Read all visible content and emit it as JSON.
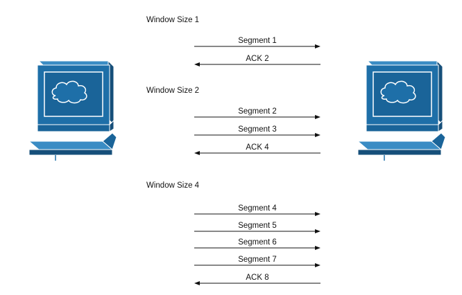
{
  "colors": {
    "computer_fill": "#1e6fa8",
    "computer_shade": "#164f7a",
    "computer_dark": "#0f3a5c",
    "outline": "#ffffff",
    "arrow": "#111111"
  },
  "icons": {
    "left_computer": "computer-icon",
    "right_computer": "computer-icon"
  },
  "window_labels": [
    "Window Size 1",
    "Window Size 2",
    "Window Size 4"
  ],
  "messages": [
    {
      "label": "Segment 1",
      "direction": "right"
    },
    {
      "label": "ACK 2",
      "direction": "left"
    },
    {
      "label": "Segment 2",
      "direction": "right"
    },
    {
      "label": "Segment 3",
      "direction": "right"
    },
    {
      "label": "ACK 4",
      "direction": "left"
    },
    {
      "label": "Segment 4",
      "direction": "right"
    },
    {
      "label": "Segment 5",
      "direction": "right"
    },
    {
      "label": "Segment 6",
      "direction": "right"
    },
    {
      "label": "Segment 7",
      "direction": "right"
    },
    {
      "label": "ACK 8",
      "direction": "left"
    }
  ]
}
